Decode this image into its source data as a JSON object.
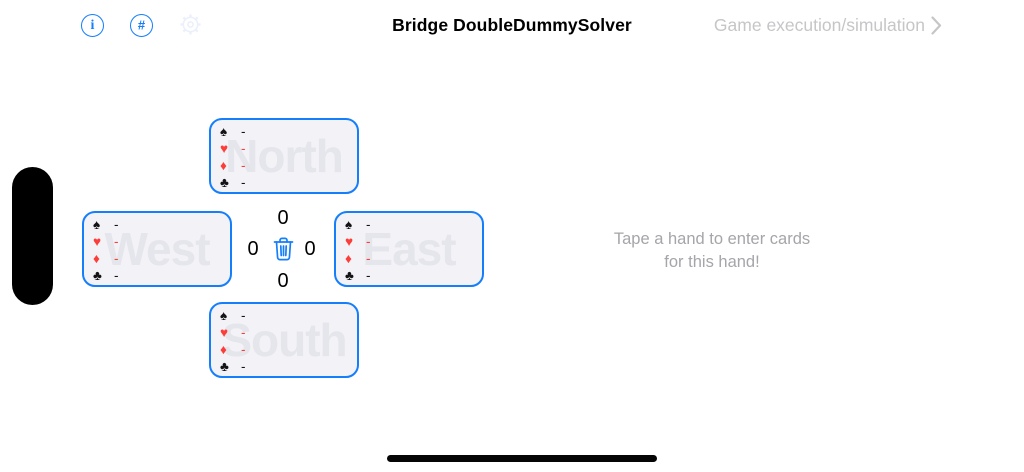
{
  "header": {
    "title": "Bridge DoubleDummySolver",
    "nav": {
      "label": "Game execution/simulation"
    },
    "icons": {
      "info": {
        "name": "info-circle-icon",
        "glyph": "i"
      },
      "number": {
        "name": "number-circle-icon",
        "glyph": "#"
      },
      "gear": {
        "name": "gear-icon"
      },
      "chevron": {
        "name": "chevron-right-icon"
      }
    }
  },
  "hands": {
    "north": {
      "label": "North",
      "suits": [
        {
          "name": "spades",
          "symbol": "♠",
          "cards": "-"
        },
        {
          "name": "hearts",
          "symbol": "♥",
          "cards": "-"
        },
        {
          "name": "diamonds",
          "symbol": "♦",
          "cards": "-"
        },
        {
          "name": "clubs",
          "symbol": "♣",
          "cards": "-"
        }
      ]
    },
    "west": {
      "label": "West",
      "suits": [
        {
          "name": "spades",
          "symbol": "♠",
          "cards": "-"
        },
        {
          "name": "hearts",
          "symbol": "♥",
          "cards": "-"
        },
        {
          "name": "diamonds",
          "symbol": "♦",
          "cards": "-"
        },
        {
          "name": "clubs",
          "symbol": "♣",
          "cards": "-"
        }
      ]
    },
    "east": {
      "label": "East",
      "suits": [
        {
          "name": "spades",
          "symbol": "♠",
          "cards": "-"
        },
        {
          "name": "hearts",
          "symbol": "♥",
          "cards": "-"
        },
        {
          "name": "diamonds",
          "symbol": "♦",
          "cards": "-"
        },
        {
          "name": "clubs",
          "symbol": "♣",
          "cards": "-"
        }
      ]
    },
    "south": {
      "label": "South",
      "suits": [
        {
          "name": "spades",
          "symbol": "♠",
          "cards": "-"
        },
        {
          "name": "hearts",
          "symbol": "♥",
          "cards": "-"
        },
        {
          "name": "diamonds",
          "symbol": "♦",
          "cards": "-"
        },
        {
          "name": "clubs",
          "symbol": "♣",
          "cards": "-"
        }
      ]
    }
  },
  "tricks": {
    "north": "0",
    "west": "0",
    "east": "0",
    "south": "0"
  },
  "center": {
    "trash_icon": "trash-icon"
  },
  "message": {
    "line1": "Tape a hand to enter cards",
    "line2": "for this hand!"
  },
  "colors": {
    "accent_blue": "#147efb",
    "suit_red": "#fc3d39",
    "suit_black": "#141416",
    "card_bg": "#f2f2f7",
    "watermark": "#e5e5ec",
    "hint_text": "#a5a5aa",
    "nav_text": "#c6c6c8"
  }
}
